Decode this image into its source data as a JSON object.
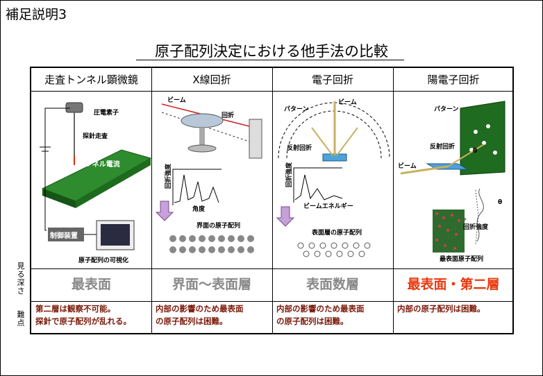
{
  "slide_label": "補足説明3",
  "title": "原子配列決定における他手法の比較",
  "side_labels": {
    "depth": "見る深さ",
    "difficulty": "難点"
  },
  "columns": [
    {
      "header": "走査トンネル顕微鏡",
      "depth": "最表面",
      "difficulty": [
        "第二層は観察不可能。",
        "探針で原子配列が乱れる。"
      ],
      "labels": {
        "piezo": "圧電素子",
        "scan": "探針走査",
        "current": "トンネル電流",
        "control": "制御装置",
        "visual": "原子配列の可視化"
      }
    },
    {
      "header": "X線回折",
      "depth": "界面～表面層",
      "difficulty": [
        "内部の影響のため最表面",
        "の原子配列は困難。"
      ],
      "labels": {
        "beam": "ビーム",
        "diffraction": "回折",
        "yaxis": "回折強度",
        "xaxis": "角度",
        "atoms": "界面の原子配列"
      }
    },
    {
      "header": "電子回折",
      "depth": "表面数層",
      "difficulty": [
        "内部の影響のため最表面",
        "の原子配列は困難。"
      ],
      "labels": {
        "pattern": "パターン",
        "beam": "ビーム",
        "reflect": "反射回折",
        "yaxis": "回折強度",
        "xaxis": "ビームエネルギー",
        "atoms": "表面層の原子配列"
      }
    },
    {
      "header": "陽電子回折",
      "depth": "最表面・第二層",
      "depth_highlight": "#e8380d",
      "difficulty": [
        "内部の原子配列は困難。"
      ],
      "labels": {
        "pattern": "パターン",
        "reflect": "反射回折",
        "theta": "θ",
        "beam": "ビーム",
        "theta2": "θ",
        "yaxis": "回折強度",
        "atoms": "最表面原子配列"
      }
    }
  ]
}
